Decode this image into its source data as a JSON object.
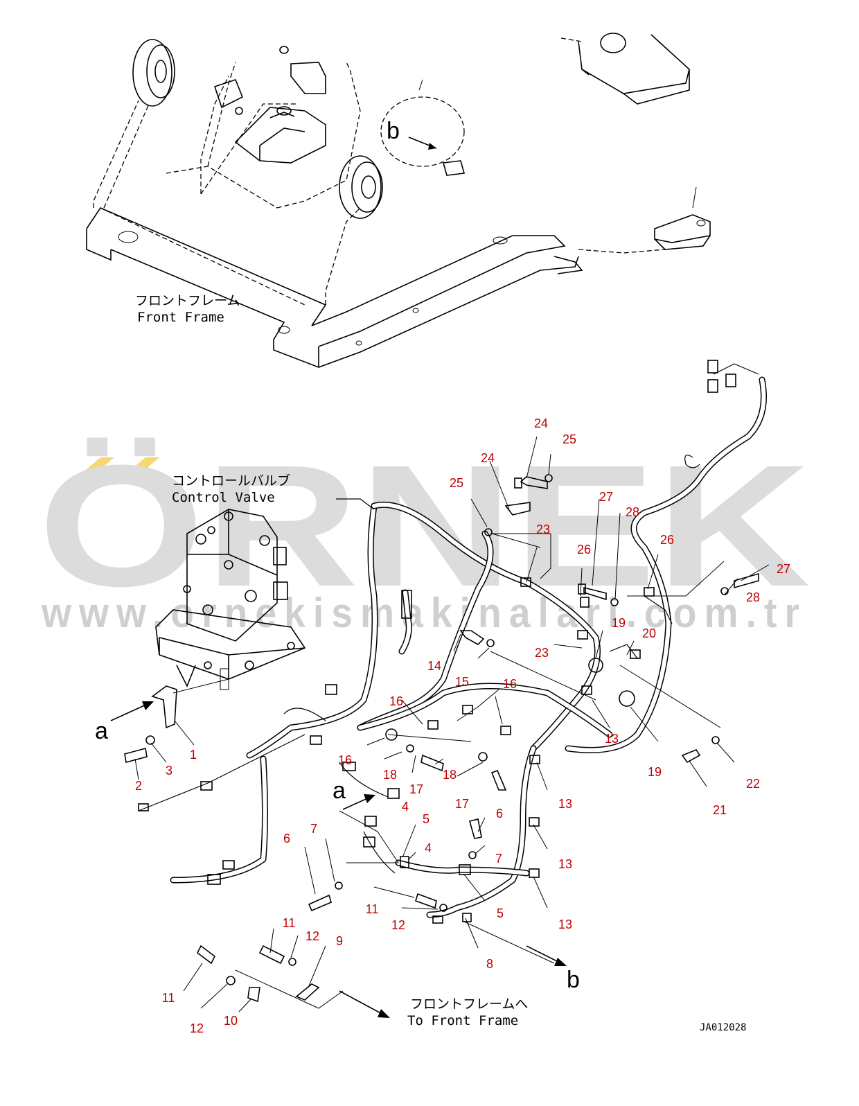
{
  "watermark": {
    "brand": "ÖRNEK",
    "url": "www.ornekismakinalari.com.tr",
    "color": "#dcdcdc",
    "accent": "#f7d774"
  },
  "labels": {
    "front_frame_jp": "フロントフレーム",
    "front_frame_en": "Front Frame",
    "control_valve_jp": "コントロールバルブ",
    "control_valve_en": "Control Valve",
    "to_front_frame_jp": "フロントフレームへ",
    "to_front_frame_en": "To Front Frame",
    "drawing_ref": "JA012028"
  },
  "view_letters": {
    "a": "a",
    "b": "b"
  },
  "callouts": {
    "c1": "1",
    "c2": "2",
    "c3": "3",
    "c4a": "4",
    "c4b": "4",
    "c5a": "5",
    "c5b": "5",
    "c6a": "6",
    "c6b": "6",
    "c7a": "7",
    "c7b": "7",
    "c8": "8",
    "c9": "9",
    "c10": "10",
    "c11a": "11",
    "c11b": "11",
    "c11c": "11",
    "c12a": "12",
    "c12b": "12",
    "c12c": "12",
    "c13a": "13",
    "c13b": "13",
    "c13c": "13",
    "c13d": "13",
    "c14": "14",
    "c15": "15",
    "c16a": "16",
    "c16b": "16",
    "c16c": "16",
    "c17a": "17",
    "c17b": "17",
    "c18a": "18",
    "c18b": "18",
    "c19a": "19",
    "c19b": "19",
    "c20": "20",
    "c21": "21",
    "c22": "22",
    "c23a": "23",
    "c23b": "23",
    "c24a": "24",
    "c24b": "24",
    "c25a": "25",
    "c25b": "25",
    "c26a": "26",
    "c26b": "26",
    "c27a": "27",
    "c27b": "27",
    "c28a": "28",
    "c28b": "28"
  },
  "colors": {
    "callout": "#c00000",
    "line": "#000000"
  }
}
